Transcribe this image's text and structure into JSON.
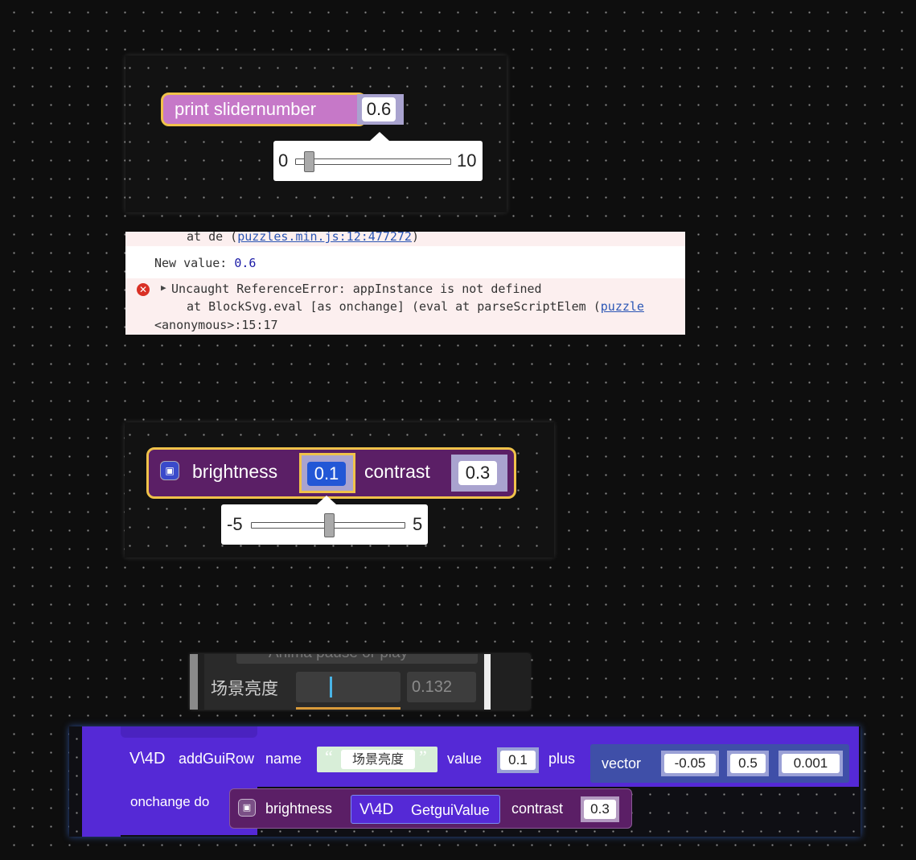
{
  "colors": {
    "print_block": "#c678c8",
    "selected_outline": "#f0c24a",
    "camera_block": "#5b1f66",
    "v4d_block": "#5529d6",
    "vector_block": "#3f4fa8",
    "error_bg": "#fcefef",
    "link": "#2b56b5"
  },
  "panel1": {
    "block_label": "print slidernumber",
    "value": "0.6",
    "slider": {
      "min": "0",
      "max": "10",
      "level": 0.06
    }
  },
  "console": {
    "trace_line": "at de (",
    "trace_link": "puzzles.min.js:12:477272",
    "trace_close": ")",
    "log_label": "New value: ",
    "log_value": "0.6",
    "error_icon": "error-circle-icon",
    "error_arrow": "▶",
    "error_message": "Uncaught ReferenceError: appInstance is not defined",
    "error_at": "at BlockSvg.eval [as onchange] (eval at parseScriptElem (",
    "error_link": "puzzle",
    "anonymous": "<anonymous>:15:17"
  },
  "panel2": {
    "icon": "camera-icon",
    "brightness_label": "brightness",
    "brightness_value": "0.1",
    "contrast_label": "contrast",
    "contrast_value": "0.3",
    "slider": {
      "min": "-5",
      "max": "5",
      "level": 0.51
    }
  },
  "panel3": {
    "top_text": "Anima pause or play",
    "label": "场景亮度",
    "value": "0.132",
    "slider_level": 0.32
  },
  "panel4": {
    "v4d_logo": "V\\4D",
    "add_gui_row": "addGuiRow",
    "name_label": "name",
    "open_quote": "“",
    "name_value": "场景亮度",
    "close_quote": "”",
    "value_label": "value",
    "value_value": "0.1",
    "plus_label": "plus",
    "vector_label": "vector",
    "vector_values": [
      "-0.05",
      "0.5",
      "0.001"
    ],
    "onchange_label": "onchange do",
    "brightness_label": "brightness",
    "getgui_label": "GetguiValue",
    "contrast_label": "contrast",
    "contrast_value": "0.3"
  }
}
